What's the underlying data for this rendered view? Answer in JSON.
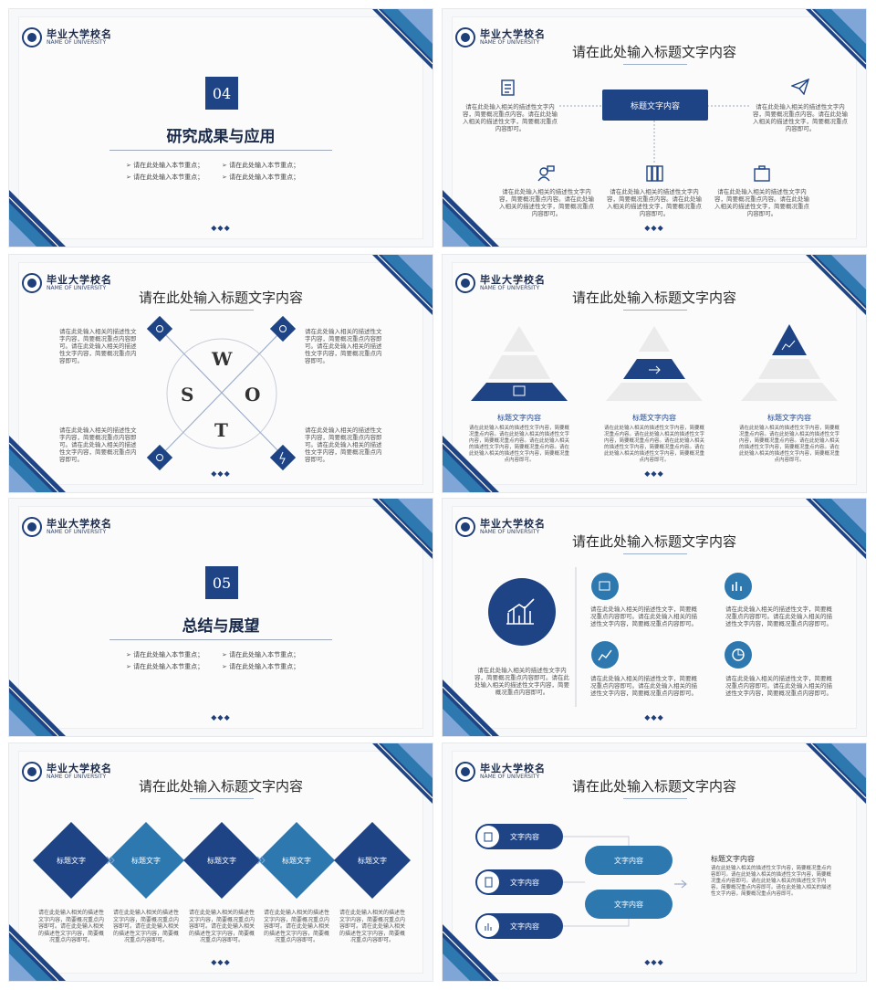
{
  "logo": {
    "name": "毕业大学校名",
    "sub": "NAME OF UNIVERSITY"
  },
  "colors": {
    "primary": "#1f4486",
    "accent": "#2e78b0",
    "light": "#7fa6d6"
  },
  "nav_dots": "◆◆◆",
  "heading": "请在此处输入标题文字内容",
  "bullet": "请在此处输入本节重点；",
  "s1": {
    "num": "04",
    "title": "研究成果与应用"
  },
  "s2": {
    "center": "标题文字内容",
    "tl": "请在此处输入相关的描述性文字内容，简要概况重点内容。请在此处输入相关的描述性文字，简要概况重点内容即可。",
    "tr": "请在此处输入相关的描述性文字内容，简要概况重点内容。请在此处输入相关的描述性文字，简要概况重点内容即可。",
    "b1": "请在此处输入相关的描述性文字内容，简要概况重点内容。请在此处输入相关的描述性文字，简要概况重点内容即可。",
    "b2": "请在此处输入相关的描述性文字内容，简要概况重点内容。请在此处输入相关的描述性文字，简要概况重点内容即可。",
    "b3": "请在此处输入相关的描述性文字内容，简要概况重点内容。请在此处输入相关的描述性文字，简要概况重点内容即可。"
  },
  "s3": {
    "letters": {
      "w": "W",
      "s": "S",
      "o": "O",
      "t": "T"
    },
    "tl": "请在此处输入相关的描述性文字内容，简要概况重点内容即可。请在此处输入相关的描述性文字内容，简要概况重点内容即可。",
    "tr": "请在此处输入相关的描述性文字内容，简要概况重点内容即可。请在此处输入相关的描述性文字内容，简要概况重点内容即可。",
    "bl": "请在此处输入相关的描述性文字内容，简要概况重点内容即可。请在此处输入相关的描述性文字内容，简要概况重点内容即可。",
    "br": "请在此处输入相关的描述性文字内容，简要概况重点内容即可。请在此处输入相关的描述性文字内容，简要概况重点内容即可。"
  },
  "s4": {
    "label": "标题文字内容",
    "text": "请在此处输入相关的描述性文字内容，简要概况重点内容。请在此处输入相关的描述性文字内容，简要概况重点内容。请在此处输入相关的描述性文字内容，简要概况重点内容。请在此处输入相关的描述性文字内容，简要概况重点内容即可。"
  },
  "s5": {
    "num": "05",
    "title": "总结与展望"
  },
  "s6": {
    "left": "请在此处输入相关的描述性文字内容，简要概况重点内容即可。请在此处输入相关的描述性文字内容，简要概况重点内容即可。",
    "item": "请在此处输入相关的描述性文字，简要概况重点内容即可。请在此处输入相关的描述性文字内容，简要概况重点内容即可。"
  },
  "s7": {
    "label": "标题文字",
    "text": "请在此处输入相关的描述性文字内容，简要概况重点内容即可。请在此处输入相关的描述性文字内容，简要概况重点内容即可。"
  },
  "s8": {
    "pill": "文字内容",
    "title": "标题文字内容",
    "text": "请在此处输入相关的描述性文字内容，简要概况重点内容即可。请在此处输入相关的描述性文字内容，简要概况重点内容即可。请在此处输入相关的描述性文字内容，简要概况重点内容即可。请在此处输入相关的描述性文字内容，简要概况重点内容即可。"
  }
}
